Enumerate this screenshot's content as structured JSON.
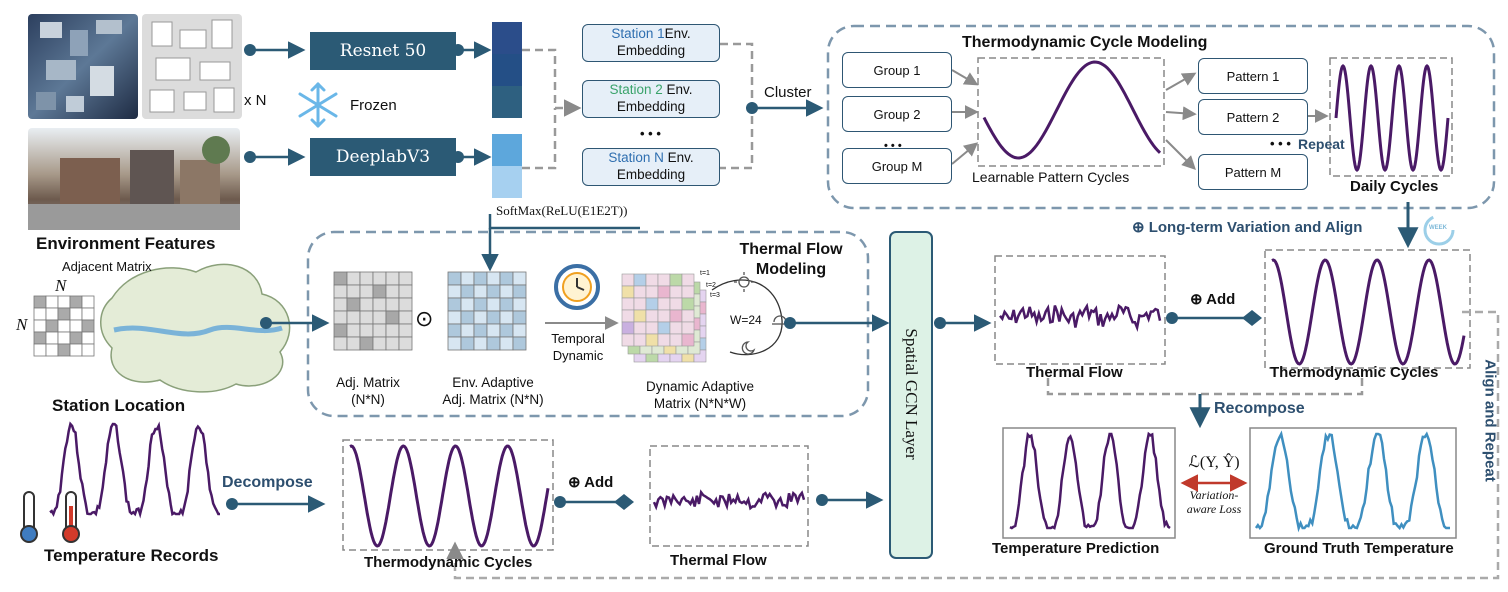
{
  "inputs": {
    "satellite_multiplier": "x N",
    "frozen_label": "Frozen",
    "environment_features_label": "Environment Features",
    "adjacent_matrix_label": "Adjacent Matrix",
    "matrix_dim_label": "N",
    "station_location_label": "Station Location",
    "temperature_records_label": "Temperature Records"
  },
  "encoders": {
    "resnet_label": "Resnet 50",
    "deeplab_label": "DeeplabV3",
    "softmax_formula": "SoftMax(ReLU(E1E2T))"
  },
  "embeddings": {
    "station1": {
      "name": "Station 1",
      "suffix": "Env.",
      "line2": "Embedding"
    },
    "station2": {
      "name": "Station 2",
      "suffix": "Env.",
      "line2": "Embedding"
    },
    "stationN": {
      "name": "Station N",
      "suffix": "Env.",
      "line2": "Embedding"
    },
    "ellipsis": "• • •",
    "cluster_label": "Cluster"
  },
  "cycle_modeling": {
    "title": "Thermodynamic Cycle Modeling",
    "groups": [
      "Group 1",
      "Group 2",
      "Group M"
    ],
    "group_ellipsis": "• • •",
    "learnable_label": "Learnable Pattern Cycles",
    "patterns": [
      "Pattern 1",
      "Pattern 2",
      "Pattern M"
    ],
    "pattern_ellipsis": "• • •",
    "repeat_label": "Repeat",
    "daily_cycles_label": "Daily Cycles",
    "week_badge": "WEEK"
  },
  "thermal_flow_modeling": {
    "title_line1": "Thermal Flow",
    "title_line2": "Modeling",
    "adj_matrix_label_line1": "Adj. Matrix",
    "adj_matrix_label_line2": "(N*N)",
    "odot_symbol": "⊙",
    "env_adaptive_label_line1": "Env. Adaptive",
    "env_adaptive_label_line2": "Adj. Matrix (N*N)",
    "temporal_label_line1": "Temporal",
    "temporal_label_line2": "Dynamic",
    "dynamic_label_line1": "Dynamic Adaptive",
    "dynamic_label_line2": "Matrix (N*N*W)",
    "window_label": "W=24",
    "time_labels": [
      "t=1",
      "t=2",
      "t=3"
    ]
  },
  "gcn": {
    "label": "Spatial GCN Layer"
  },
  "outputs": {
    "long_term_label": "⊕ Long-term Variation and Align",
    "add_label": "⊕ Add",
    "thermal_flow_label": "Thermal Flow",
    "thermo_cycles_label": "Thermodynamic Cycles",
    "recompose_label": "Recompose",
    "align_repeat_label": "Align and Repeat",
    "prediction_label": "Temperature Prediction",
    "ground_truth_label": "Ground Truth Temperature",
    "loss_formula": "ℒ(Y, Ŷ)",
    "loss_label_line1": "Variation-",
    "loss_label_line2": "aware Loss"
  },
  "decomposition": {
    "decompose_label": "Decompose",
    "add_label": "⊕ Add",
    "thermo_cycles_label": "Thermodynamic Cycles",
    "thermal_flow_label": "Thermal Flow"
  },
  "colors": {
    "navy": "#2b5a75",
    "curve_purple": "#4a1a66",
    "curve_blue": "#3f8fc0",
    "dashed_border": "#7d97ad",
    "loss_arrow": "#c0392b",
    "station2_green": "#3aa36b",
    "station_blue": "#2f6fb0"
  }
}
